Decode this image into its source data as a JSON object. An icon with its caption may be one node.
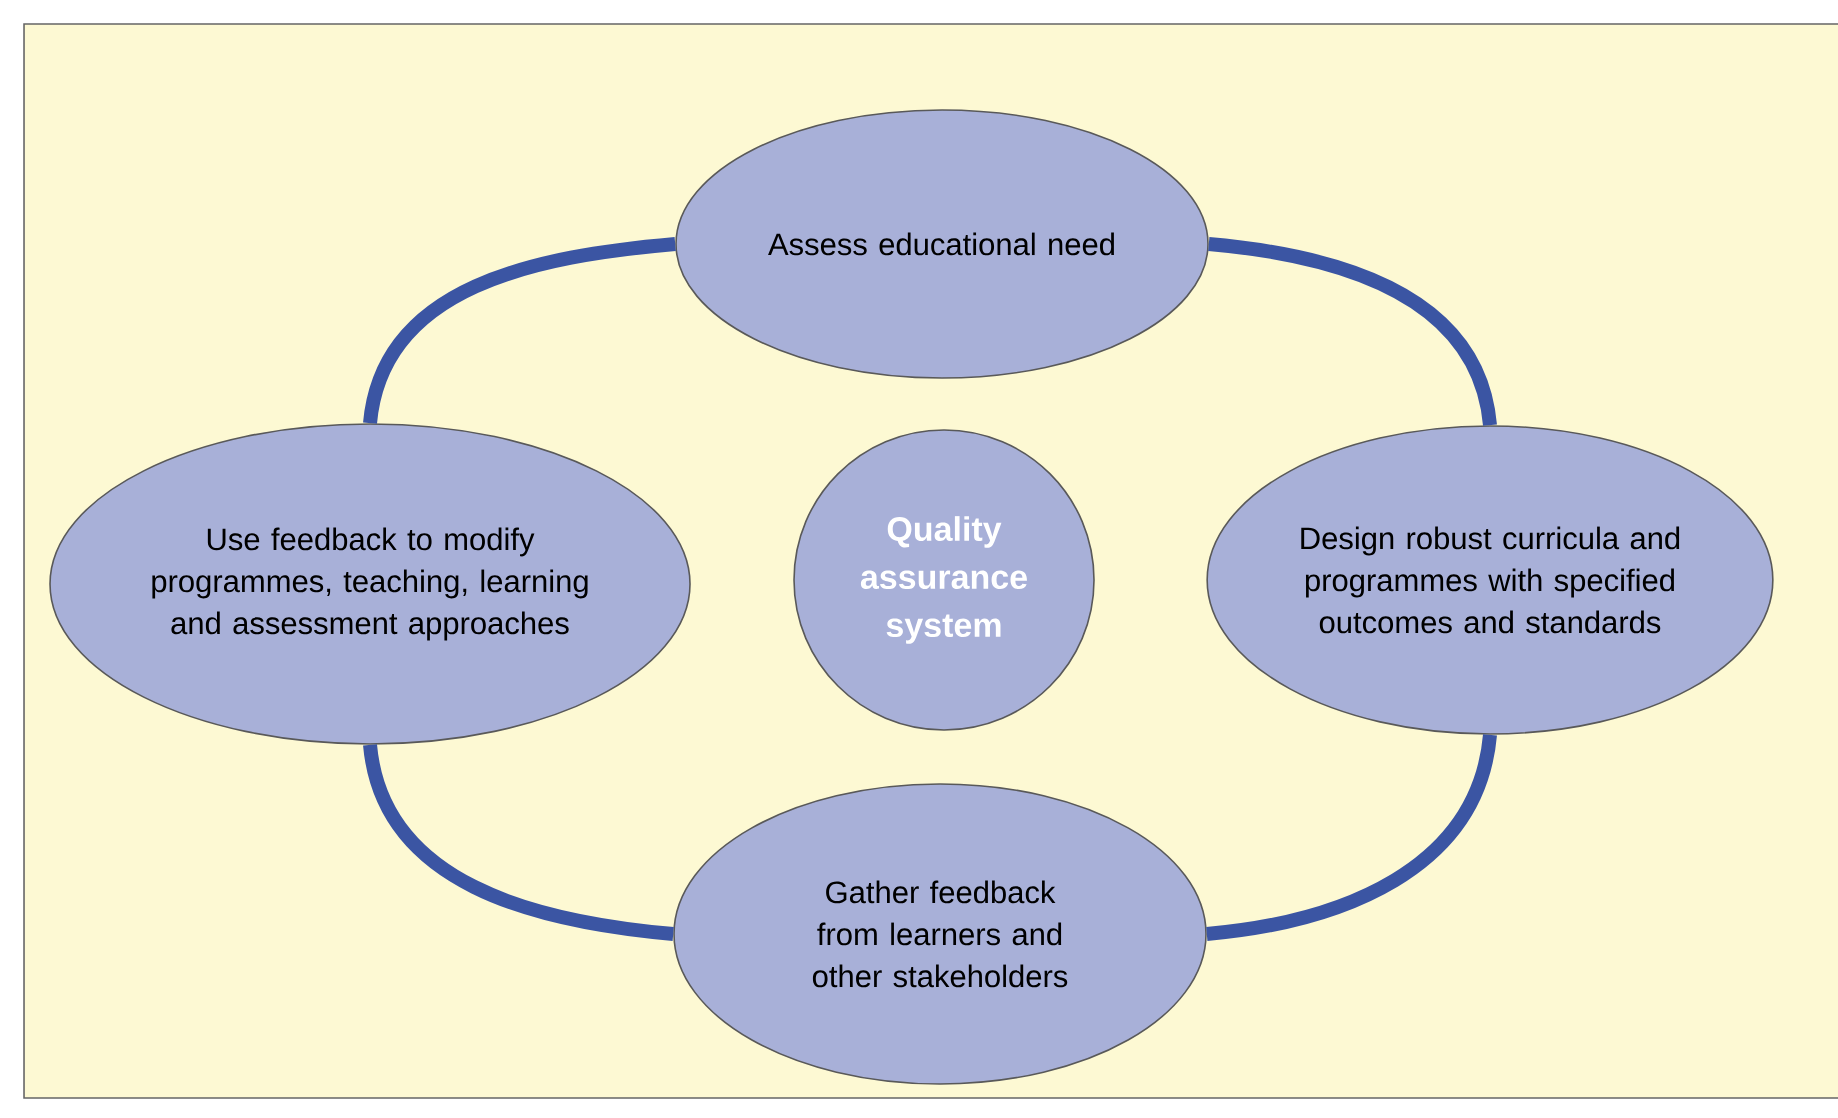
{
  "diagram": {
    "nodes": [
      {
        "text": [
          "Assess educational need"
        ]
      },
      {
        "text": [
          "Design robust curricula and programmes with specified outcomes and standards"
        ]
      },
      {
        "text": [
          "Gather feedback from learners and other stakeholders"
        ]
      },
      {
        "text": [
          "Use feedback to modify programmes, teaching, learning and assessment approaches"
        ]
      },
      {
        "text": [
          "Quality assurance system"
        ]
      }
    ],
    "edges": [
      {
        "from": 0,
        "to": 1,
        "arrow": "none"
      },
      {
        "from": 1,
        "to": 2,
        "arrow": "none"
      },
      {
        "from": 2,
        "to": 3,
        "arrow": "none"
      },
      {
        "from": 3,
        "to": 0,
        "arrow": "none"
      }
    ]
  }
}
